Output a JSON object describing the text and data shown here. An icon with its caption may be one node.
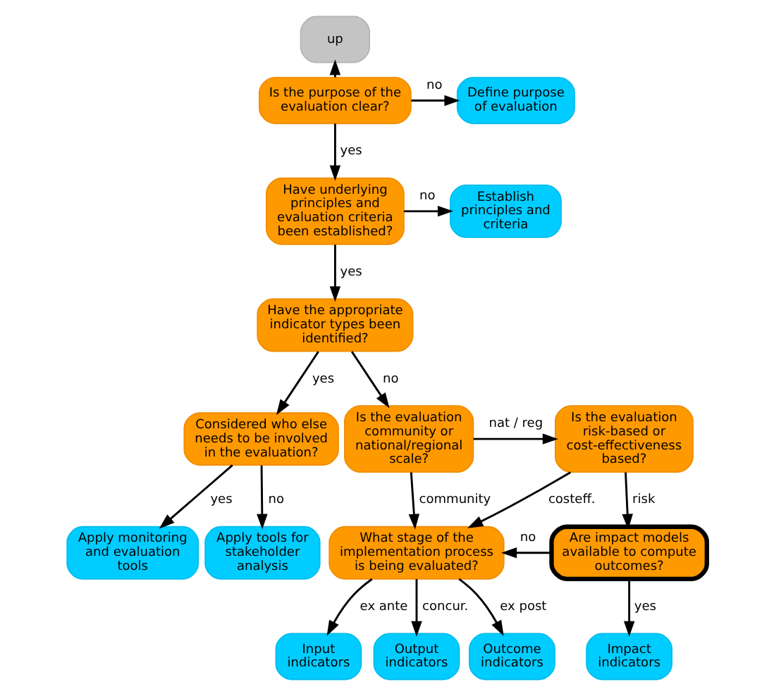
{
  "diagram": {
    "nodes": [
      {
        "text": [
          "up"
        ]
      },
      {
        "text": [
          "Is the purpose of the evaluation clear?"
        ]
      },
      {
        "text": [
          "Define purpose of evaluation"
        ]
      },
      {
        "text": [
          "Have underlying principles and evaluation criteria been established?"
        ]
      },
      {
        "text": [
          "Establish principles and criteria"
        ]
      },
      {
        "text": [
          "Have the appropriate indicator types been identified?"
        ]
      },
      {
        "text": [
          "Considered who else needs to be involved in the evaluation?"
        ]
      },
      {
        "text": [
          "Is the evaluation community or national/regional scale?"
        ]
      },
      {
        "text": [
          "Is the evaluation risk-based or cost-effectiveness based?"
        ]
      },
      {
        "text": [
          "Apply monitoring and evaluation tools"
        ]
      },
      {
        "text": [
          "Apply tools for stakeholder analysis"
        ]
      },
      {
        "text": [
          "What stage of the implementation process is being evaluated?"
        ]
      },
      {
        "text": [
          "Are impact models available to compute outcomes?"
        ]
      },
      {
        "text": [
          "Input indicators"
        ]
      },
      {
        "text": [
          "Output indicators"
        ]
      },
      {
        "text": [
          "Outcome indicators"
        ]
      },
      {
        "text": [
          "Impact indicators"
        ]
      }
    ],
    "edges": [
      {
        "from": 1,
        "to": 0,
        "arrow": "to"
      },
      {
        "from": 1,
        "to": 2,
        "arrow": "to",
        "label": "no"
      },
      {
        "from": 1,
        "to": 3,
        "arrow": "to",
        "label": "yes"
      },
      {
        "from": 3,
        "to": 4,
        "arrow": "to",
        "label": "no"
      },
      {
        "from": 3,
        "to": 5,
        "arrow": "to",
        "label": "yes"
      },
      {
        "from": 5,
        "to": 6,
        "arrow": "to",
        "label": "yes"
      },
      {
        "from": 5,
        "to": 7,
        "arrow": "to",
        "label": "no"
      },
      {
        "from": 6,
        "to": 9,
        "arrow": "to",
        "label": "yes"
      },
      {
        "from": 6,
        "to": 10,
        "arrow": "to",
        "label": "no"
      },
      {
        "from": 7,
        "to": 8,
        "arrow": "to",
        "label": "nat / reg"
      },
      {
        "from": 7,
        "to": 11,
        "arrow": "to",
        "label": "community"
      },
      {
        "from": 8,
        "to": 11,
        "arrow": "to",
        "label": "costeff."
      },
      {
        "from": 8,
        "to": 12,
        "arrow": "to",
        "label": "risk"
      },
      {
        "from": 12,
        "to": 11,
        "arrow": "to",
        "label": "no"
      },
      {
        "from": 11,
        "to": 13,
        "arrow": "to",
        "label": "ex ante"
      },
      {
        "from": 11,
        "to": 14,
        "arrow": "to",
        "label": "concur."
      },
      {
        "from": 11,
        "to": 15,
        "arrow": "to",
        "label": "ex post"
      },
      {
        "from": 12,
        "to": 16,
        "arrow": "to",
        "label": "yes"
      }
    ]
  }
}
